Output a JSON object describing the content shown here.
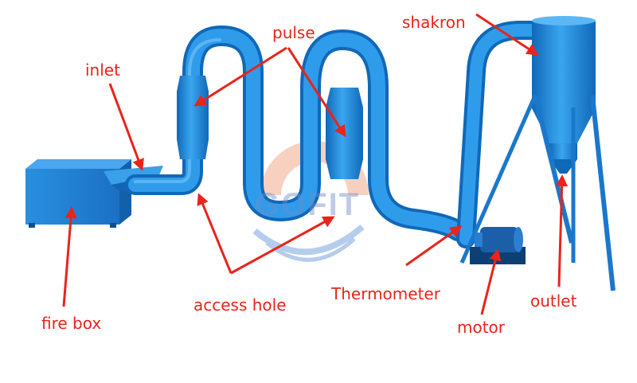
{
  "labels": {
    "inlet": "inlet",
    "pulse": "pulse",
    "shakron": "shakron",
    "fire_box": "fire box",
    "access_hole": "access hole",
    "thermometer": "Thermometer",
    "outlet": "outlet",
    "motor": "motor"
  },
  "watermark": "GOFIT",
  "colors": {
    "pipe": "#1e8fe0",
    "pipe_dark": "#1068b8",
    "pipe_light": "#5bb8f5",
    "motor": "#1a5fa8",
    "arrow": "#e8241b",
    "text": "#e8241b"
  }
}
